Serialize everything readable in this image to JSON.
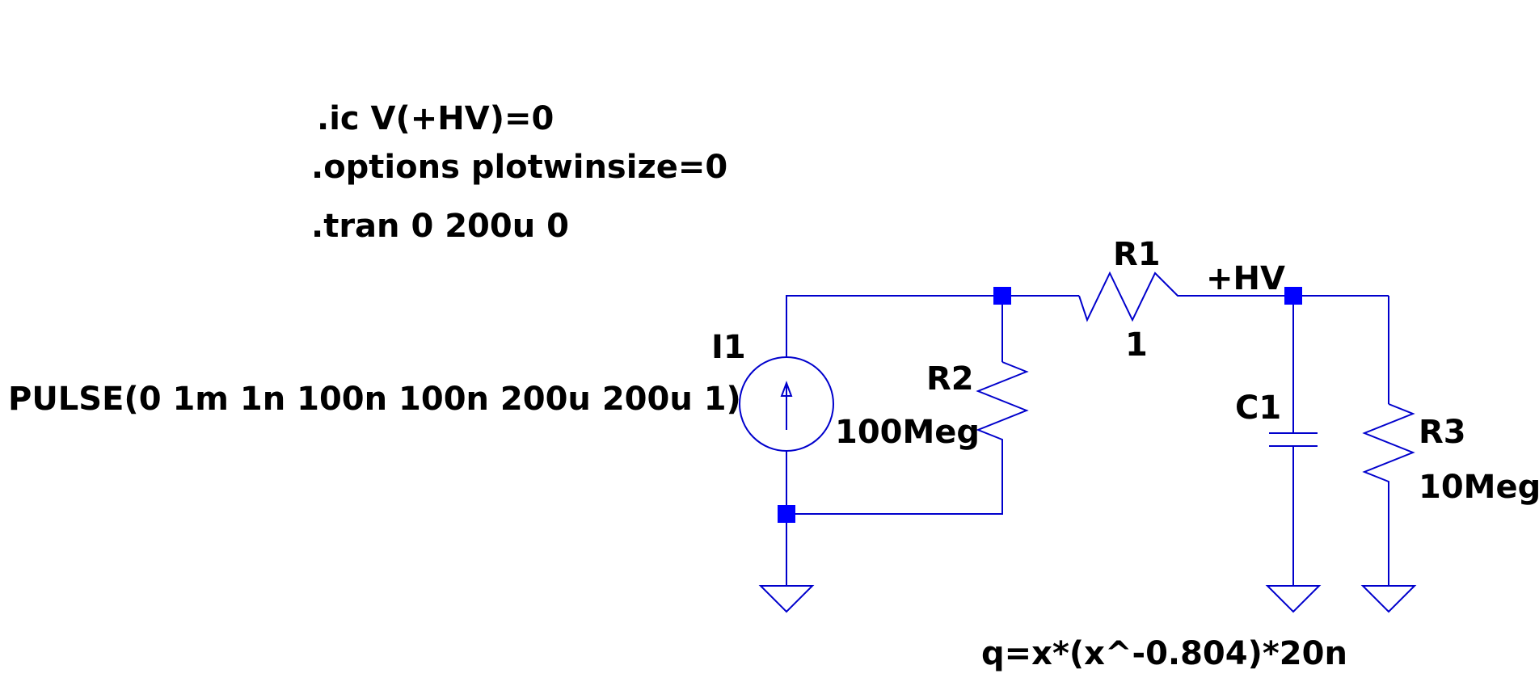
{
  "directives": {
    "ic": ".ic V(+HV)=0",
    "options": ".options plotwinsize=0",
    "tran": ".tran 0 200u 0"
  },
  "components": {
    "i1": {
      "name": "I1",
      "value": "PULSE(0 1m 1n 100n 100n 200u 200u 1)"
    },
    "r1": {
      "name": "R1",
      "value": "1"
    },
    "r2": {
      "name": "R2",
      "value": "100Meg"
    },
    "c1": {
      "name": "C1",
      "value": "q=x*(x^-0.804)*20n"
    },
    "r3": {
      "name": "R3",
      "value": "10Meg"
    }
  },
  "net_labels": {
    "hv": "+HV"
  },
  "colors": {
    "wire": "#0000cc",
    "node": "#0000ff",
    "text": "#000000",
    "background": "#ffffff"
  }
}
